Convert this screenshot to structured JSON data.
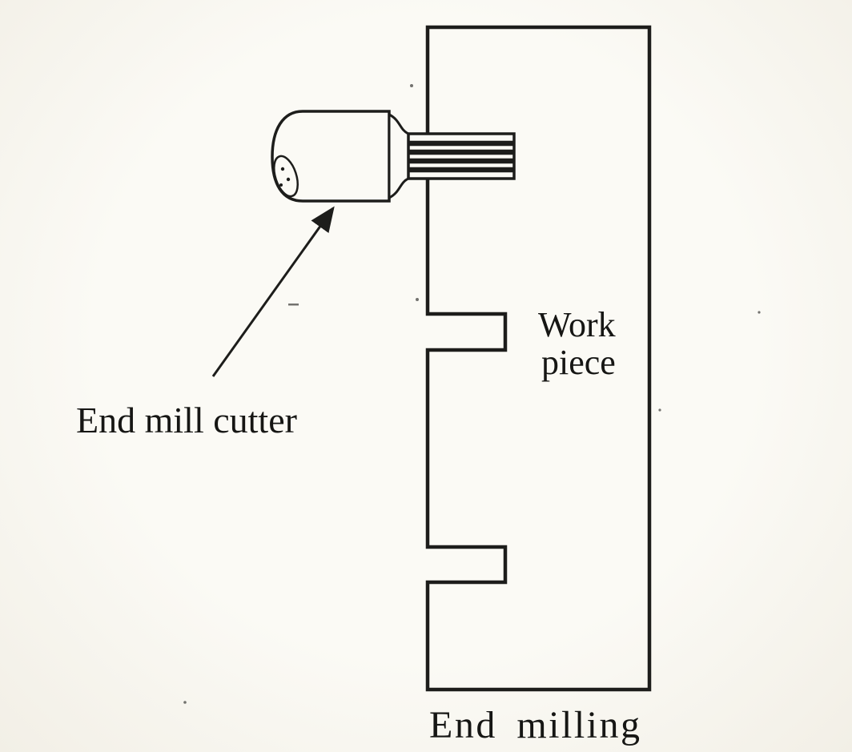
{
  "labels": {
    "cutter": "End mill cutter",
    "workpiece_line1": "Work",
    "workpiece_line2": "piece",
    "caption": "End milling"
  },
  "colors": {
    "ink": "#1d1d1b",
    "paper": "#f9f7f1"
  }
}
